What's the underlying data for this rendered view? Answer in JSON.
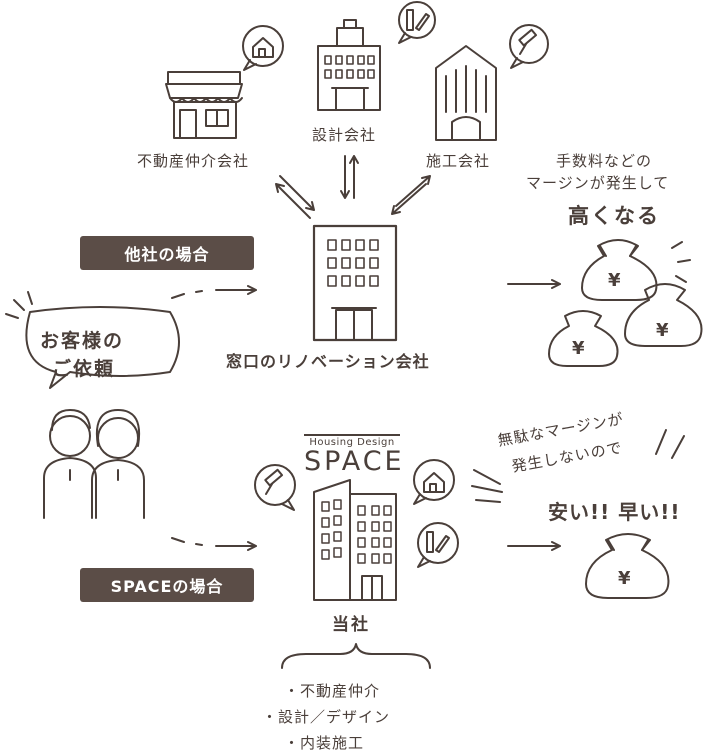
{
  "companies": {
    "realestate": "不動産仲介会社",
    "design": "設計会社",
    "construction": "施工会社"
  },
  "other": {
    "tag": "他社の場合",
    "window_company": "窓口のリノベーション会社",
    "fee_line1": "手数料などの",
    "fee_line2": "マージンが発生して",
    "fee_result": "高くなる"
  },
  "customer": {
    "line1": "お客様の",
    "line2": "ご依頼"
  },
  "space": {
    "tag": "SPACEの場合",
    "logo_small": "Housing Design",
    "logo_big": "SPACE",
    "company": "当社",
    "nomargin_line1": "無駄なマージンが",
    "nomargin_line2": "発生しないので",
    "result": "安い!! 早い!!",
    "services": [
      "・不動産仲介",
      "・設計／デザイン",
      "・内装施工"
    ]
  },
  "icons": {
    "yen": "¥"
  }
}
